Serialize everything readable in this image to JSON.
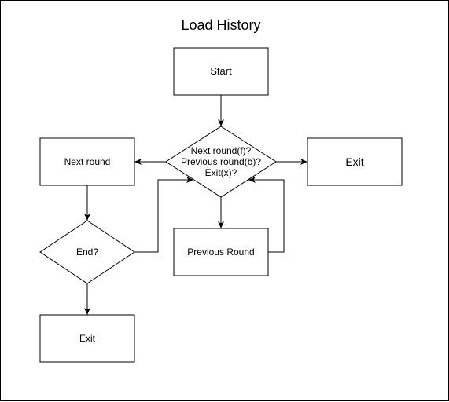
{
  "title": "Load History",
  "nodes": {
    "start": "Start",
    "decision_lines": [
      "Next round(f)?",
      "Previous round(b)?",
      "Exit(x)?"
    ],
    "next_round": "Next round",
    "exit_right": "Exit",
    "end_decision": "End?",
    "previous_round": "Previous Round",
    "exit_bottom": "Exit"
  },
  "colors": {
    "stroke": "#000000",
    "fill": "#ffffff",
    "text": "#000000"
  }
}
